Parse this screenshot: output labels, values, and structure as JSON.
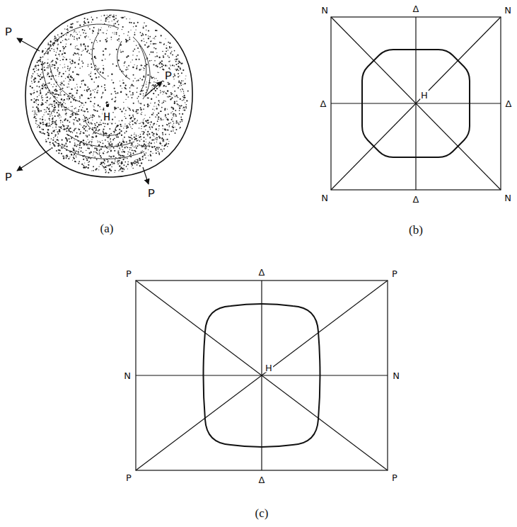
{
  "diagram": {
    "labels": [
      "P",
      "P",
      "H",
      "P",
      "P",
      "(a)",
      "N",
      "Δ",
      "N",
      "Δ",
      "H",
      "Δ",
      "N",
      "Δ",
      "N",
      "(b)",
      "P",
      "Δ",
      "P",
      "N",
      "H",
      "N",
      "P",
      "Δ",
      "P",
      "(c)"
    ]
  }
}
